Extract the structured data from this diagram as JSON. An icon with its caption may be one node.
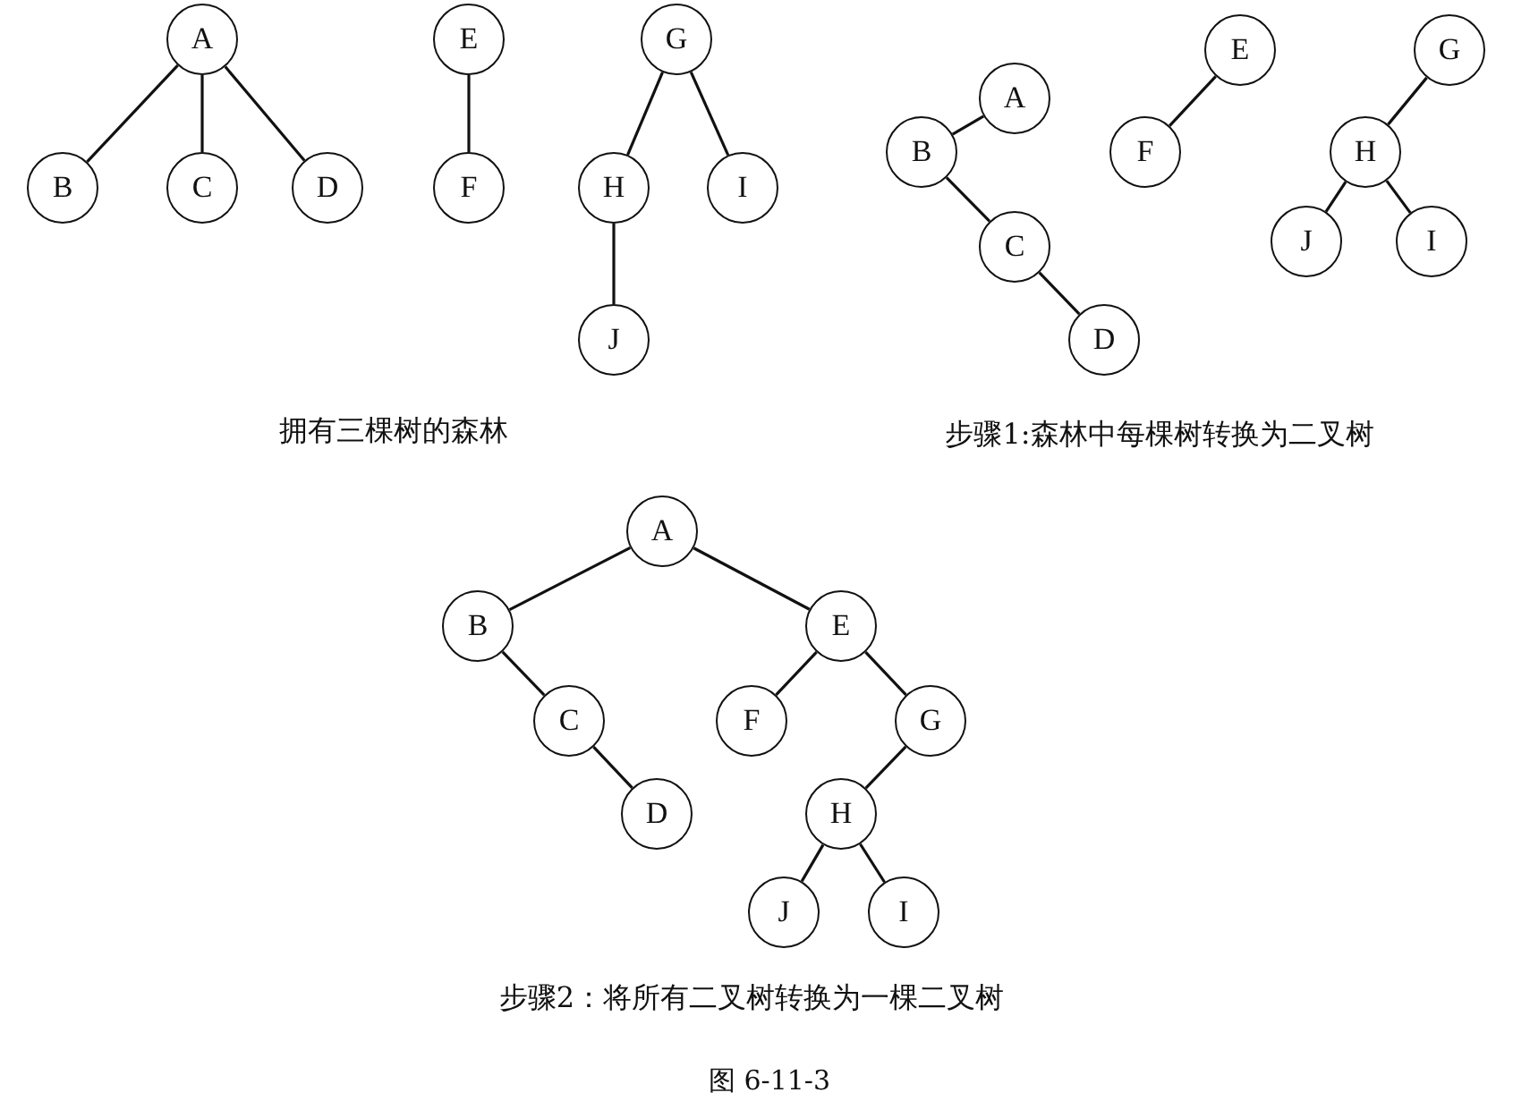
{
  "diagram": {
    "caption": "图 6-11-3",
    "nodes": [
      {
        "text": [
          "A"
        ]
      },
      {
        "text": [
          "B"
        ]
      },
      {
        "text": [
          "C"
        ]
      },
      {
        "text": [
          "D"
        ]
      },
      {
        "text": [
          "E"
        ]
      },
      {
        "text": [
          "F"
        ]
      },
      {
        "text": [
          "G"
        ]
      },
      {
        "text": [
          "H"
        ]
      },
      {
        "text": [
          "I"
        ]
      },
      {
        "text": [
          "J"
        ]
      },
      {
        "text": [
          "A"
        ]
      },
      {
        "text": [
          "B"
        ]
      },
      {
        "text": [
          "C"
        ]
      },
      {
        "text": [
          "D"
        ]
      },
      {
        "text": [
          "E"
        ]
      },
      {
        "text": [
          "F"
        ]
      },
      {
        "text": [
          "G"
        ]
      },
      {
        "text": [
          "H"
        ]
      },
      {
        "text": [
          "J"
        ]
      },
      {
        "text": [
          "I"
        ]
      },
      {
        "text": [
          "A"
        ]
      },
      {
        "text": [
          "B"
        ]
      },
      {
        "text": [
          "C"
        ]
      },
      {
        "text": [
          "D"
        ]
      },
      {
        "text": [
          "E"
        ]
      },
      {
        "text": [
          "F"
        ]
      },
      {
        "text": [
          "G"
        ]
      },
      {
        "text": [
          "H"
        ]
      },
      {
        "text": [
          "J"
        ]
      },
      {
        "text": [
          "I"
        ]
      }
    ],
    "edges": [
      {
        "from": 0,
        "to": 1,
        "arrow": "none"
      },
      {
        "from": 0,
        "to": 2,
        "arrow": "none"
      },
      {
        "from": 0,
        "to": 3,
        "arrow": "none"
      },
      {
        "from": 4,
        "to": 5,
        "arrow": "none"
      },
      {
        "from": 6,
        "to": 7,
        "arrow": "none"
      },
      {
        "from": 6,
        "to": 8,
        "arrow": "none"
      },
      {
        "from": 7,
        "to": 9,
        "arrow": "none"
      },
      {
        "from": 10,
        "to": 11,
        "arrow": "none"
      },
      {
        "from": 11,
        "to": 12,
        "arrow": "none"
      },
      {
        "from": 12,
        "to": 13,
        "arrow": "none"
      },
      {
        "from": 14,
        "to": 15,
        "arrow": "none"
      },
      {
        "from": 16,
        "to": 17,
        "arrow": "none"
      },
      {
        "from": 17,
        "to": 18,
        "arrow": "none"
      },
      {
        "from": 17,
        "to": 19,
        "arrow": "none"
      },
      {
        "from": 20,
        "to": 21,
        "arrow": "none"
      },
      {
        "from": 21,
        "to": 22,
        "arrow": "none"
      },
      {
        "from": 22,
        "to": 23,
        "arrow": "none"
      },
      {
        "from": 20,
        "to": 24,
        "arrow": "none"
      },
      {
        "from": 24,
        "to": 25,
        "arrow": "none"
      },
      {
        "from": 24,
        "to": 26,
        "arrow": "none"
      },
      {
        "from": 26,
        "to": 27,
        "arrow": "none"
      },
      {
        "from": 27,
        "to": 28,
        "arrow": "none"
      },
      {
        "from": 27,
        "to": 29,
        "arrow": "none"
      }
    ],
    "labels": [
      "拥有三棵树的森林",
      "步骤1:森林中每棵树转换为二叉树",
      "步骤2：将所有二叉树转换为一棵二叉树"
    ]
  }
}
